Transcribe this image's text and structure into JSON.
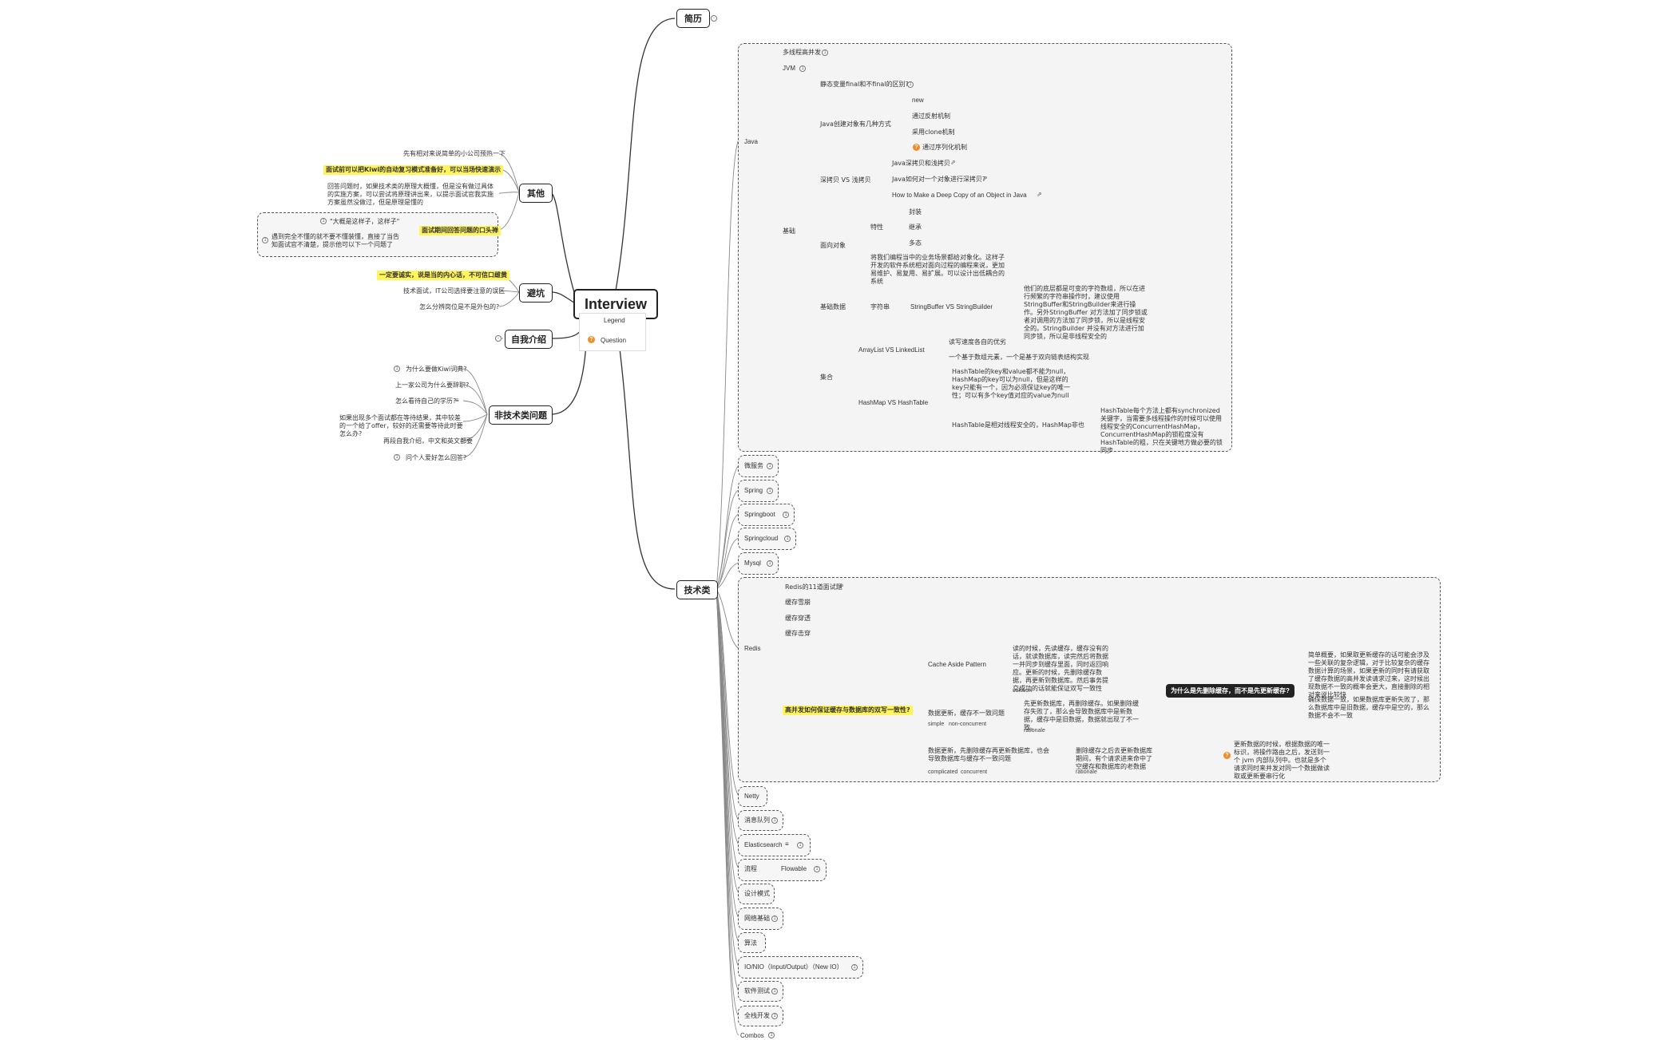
{
  "central": "Interview",
  "legend": {
    "title": "Legend",
    "question": "Question"
  },
  "nodes": {
    "resume": "简历",
    "tech": "技术类",
    "other": "其他",
    "avoid": "避坑",
    "intro": "自我介绍",
    "nontech": "非技术类问题"
  },
  "other_items": {
    "i1": "先有相对来说简单的小公司预热一下",
    "i2": "面试前可以把Kiwi的自动复习模式准备好，可以当场快速演示",
    "i3": "回答问题时，如果技术类的原理大概懂，但是没有做过具体的实施方案，可以尝试将原理讲出来，以提示面试官我实施方案虽然没做过，但是原理是懂的",
    "i4": "面试期间回答问题的口头禅",
    "i4a": "\"大概是这样子，这样子\"",
    "i4b": "遇到完全不懂的就不要不懂装懂，直接了当告知面试官不清楚，提示他可以下一个问题了"
  },
  "avoid_items": {
    "a1": "一定要诚实，说是当的内心话，不可信口雌黄",
    "a2": "技术面试，IT公司选择要注意的误区",
    "a3": "怎么分辨岗位是不是外包的?"
  },
  "nontech_items": {
    "n1": "为什么要做Kiwi词典?",
    "n2": "上一家公司为什么要辞职?",
    "n3": "怎么看待自己的学历?",
    "n4": "如果出现多个面试都在等待结果，其中较差的一个给了offer，较好的还需要等待此时要怎么办?",
    "n5": "再段自我介绍，中文和英文都要",
    "n6": "问个人爱好怎么回答?"
  },
  "java": {
    "multithread": "多线程高并发",
    "jvm": "JVM",
    "java": "Java",
    "basic": "基础",
    "static_final": "静态变量final和不final的区别?",
    "create": "Java创建对象有几种方式",
    "c_new": "new",
    "c_reflect": "通过反射机制",
    "c_clone": "采用clone机制",
    "c_serial": "通过序列化机制",
    "copy": "深拷贝 VS 浅拷贝",
    "copy1": "Java深拷贝和浅拷贝",
    "copy2": "Java如何对一个对象进行深拷贝?",
    "copy3": "How to Make a Deep Copy of an Object in Java",
    "oop": "面向对象",
    "trait": "特性",
    "t1": "封装",
    "t2": "继承",
    "t3": "多态",
    "oop_desc": "将我们编程当中的业务场景都给对象化。这样子开发的软件系统相对面向过程的编程来说，更加易维护、易复用、易扩展。可以设计出低耦合的系统",
    "datatype": "基础数据",
    "string": "字符串",
    "sb": "StringBuffer VS StringBuilder",
    "sb_desc": "他们的底层都是可变的字符数组，所以在进行频繁的字符串操作时，建议使用StringBuffer和StringBuilder来进行操作。另外StringBuffer 对方法加了同步锁或者对调用的方法加了同步锁，所以是线程安全的。StringBuilder 并没有对方法进行加同步锁，所以是非线程安全的",
    "collection": "集合",
    "alvsll": "ArrayList VS LinkedList",
    "al1": "读写速度各自的优劣",
    "al2": "一个基于数组元素，一个是基于双向链表结构实现",
    "hm": "HashMap VS HashTable",
    "hm1": "HashTable的key和value都不能为null，HashMap的key可以为null，但是这样的key只能有一个，因为必须保证key的唯一性；可以有多个key值对应的value为null",
    "hm2": "HashTable是相对线程安全的，HashMap非也",
    "hm2_desc": "HashTable每个方法上都有synchronized 关键字，当需要多线程操作的时候可以使用线程安全的ConcurrentHashMap，ConcurrentHashMap的锁粒度没有HashTable的粗，只在关键地方做必要的锁同步"
  },
  "branches": [
    "微服务",
    "Spring",
    "Springboot",
    "Springcloud",
    "Mysql"
  ],
  "redis": {
    "redis": "Redis",
    "r1": "Redis的11道面试题",
    "r2": "缓存雪崩",
    "r3": "缓存穿透",
    "r4": "缓存击穿",
    "consist": "高并发如何保证缓存与数据库的双写一致性?",
    "cap": "Cache Aside Pattern",
    "cap_desc": "读的时候，先读缓存，缓存没有的话，就读数据库，读完然后将数据一并同步到缓存里面，同时返回响应。更新的时候，先删除缓存数据，再更新到数据库。然后事务提交成功的话就能保证双写一致性",
    "cap_tag": "solution",
    "upd": "数据更新，缓存不一致问题",
    "upd_t1": "simple",
    "upd_t2": "non-concurrent",
    "upd_desc": "先更新数据库，再删除缓存。如果删除缓存失败了，那么会导致数据库中是新数据，缓存中是旧数据，数据就出现了不一致。",
    "upd_tag": "rationale",
    "del": "数据更新，先删除缓存再更新数据库，也会导致数据库与缓存不一致问题",
    "del_t1": "complicated",
    "del_t2": "concurrent",
    "del_desc": "删除缓存之后去更新数据库期间，有个请求进来命中了空缓存和数据库的老数据",
    "del_tag": "rationale",
    "del_ans": "更新数据的时候，根据数据的唯一标识，将操作路由之后，发送到一个 jvm 内部队列中。也就是多个请求同时来并发对同一个数据做读取或更新要串行化",
    "why": "为什么是先删除缓存，而不是先更新缓存?",
    "why_a1": "简单概要，如果取更新缓存的话可能会涉及一些关联的复杂逻辑，对于比较复杂的缓存数据计算的场景，如果更新的同时有请获取了缓存数据的高并发读请求过来，这时候出现数据不一致的概率会更大，直接删除的相对来说比较快",
    "why_a2": "确保数据一致，如果数据库更新失败了，那么数据库中是旧数据，缓存中是空的，那么数据不会不一致"
  },
  "bottom": [
    "Netty",
    "消息队列",
    "Elasticsearch",
    "流程",
    "设计模式",
    "网络基础",
    "算法",
    "IO/NIO（Input/Output）（New IO）",
    "软件测试",
    "全栈开发",
    "Combos"
  ],
  "flowable": "Flowable"
}
